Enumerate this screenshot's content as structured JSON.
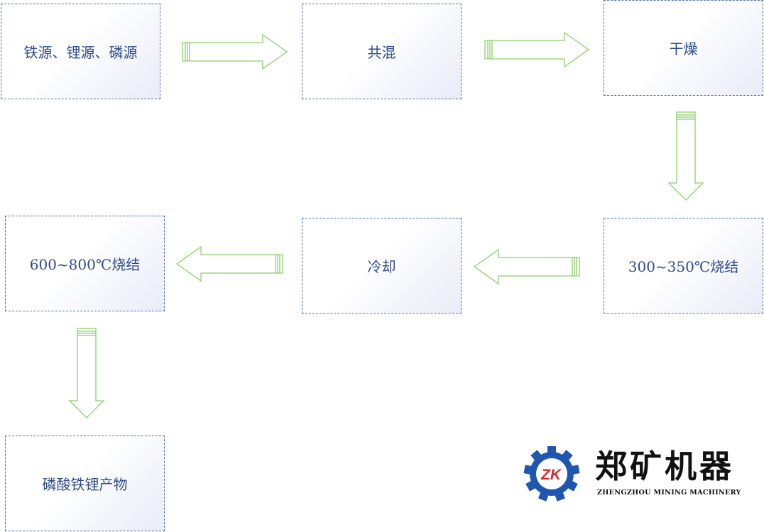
{
  "steps": {
    "raw_materials": "铁源、锂源、磷源",
    "mixing": "共混",
    "drying": "干燥",
    "low_temp_sintering": "300~350℃烧结",
    "cooling": "冷却",
    "high_temp_sintering": "600~800℃烧结",
    "product": "磷酸铁锂产物"
  },
  "logo": {
    "gear_text": "ZK",
    "cn_name": "郑矿机器",
    "en_name": "ZHENGZHOU MINING MACHINERY"
  },
  "colors": {
    "box_border": "#4a6fa8",
    "box_text": "#2e4b8c",
    "arrow": "#8ccf6a",
    "logo_blue": "#1e57ad"
  }
}
